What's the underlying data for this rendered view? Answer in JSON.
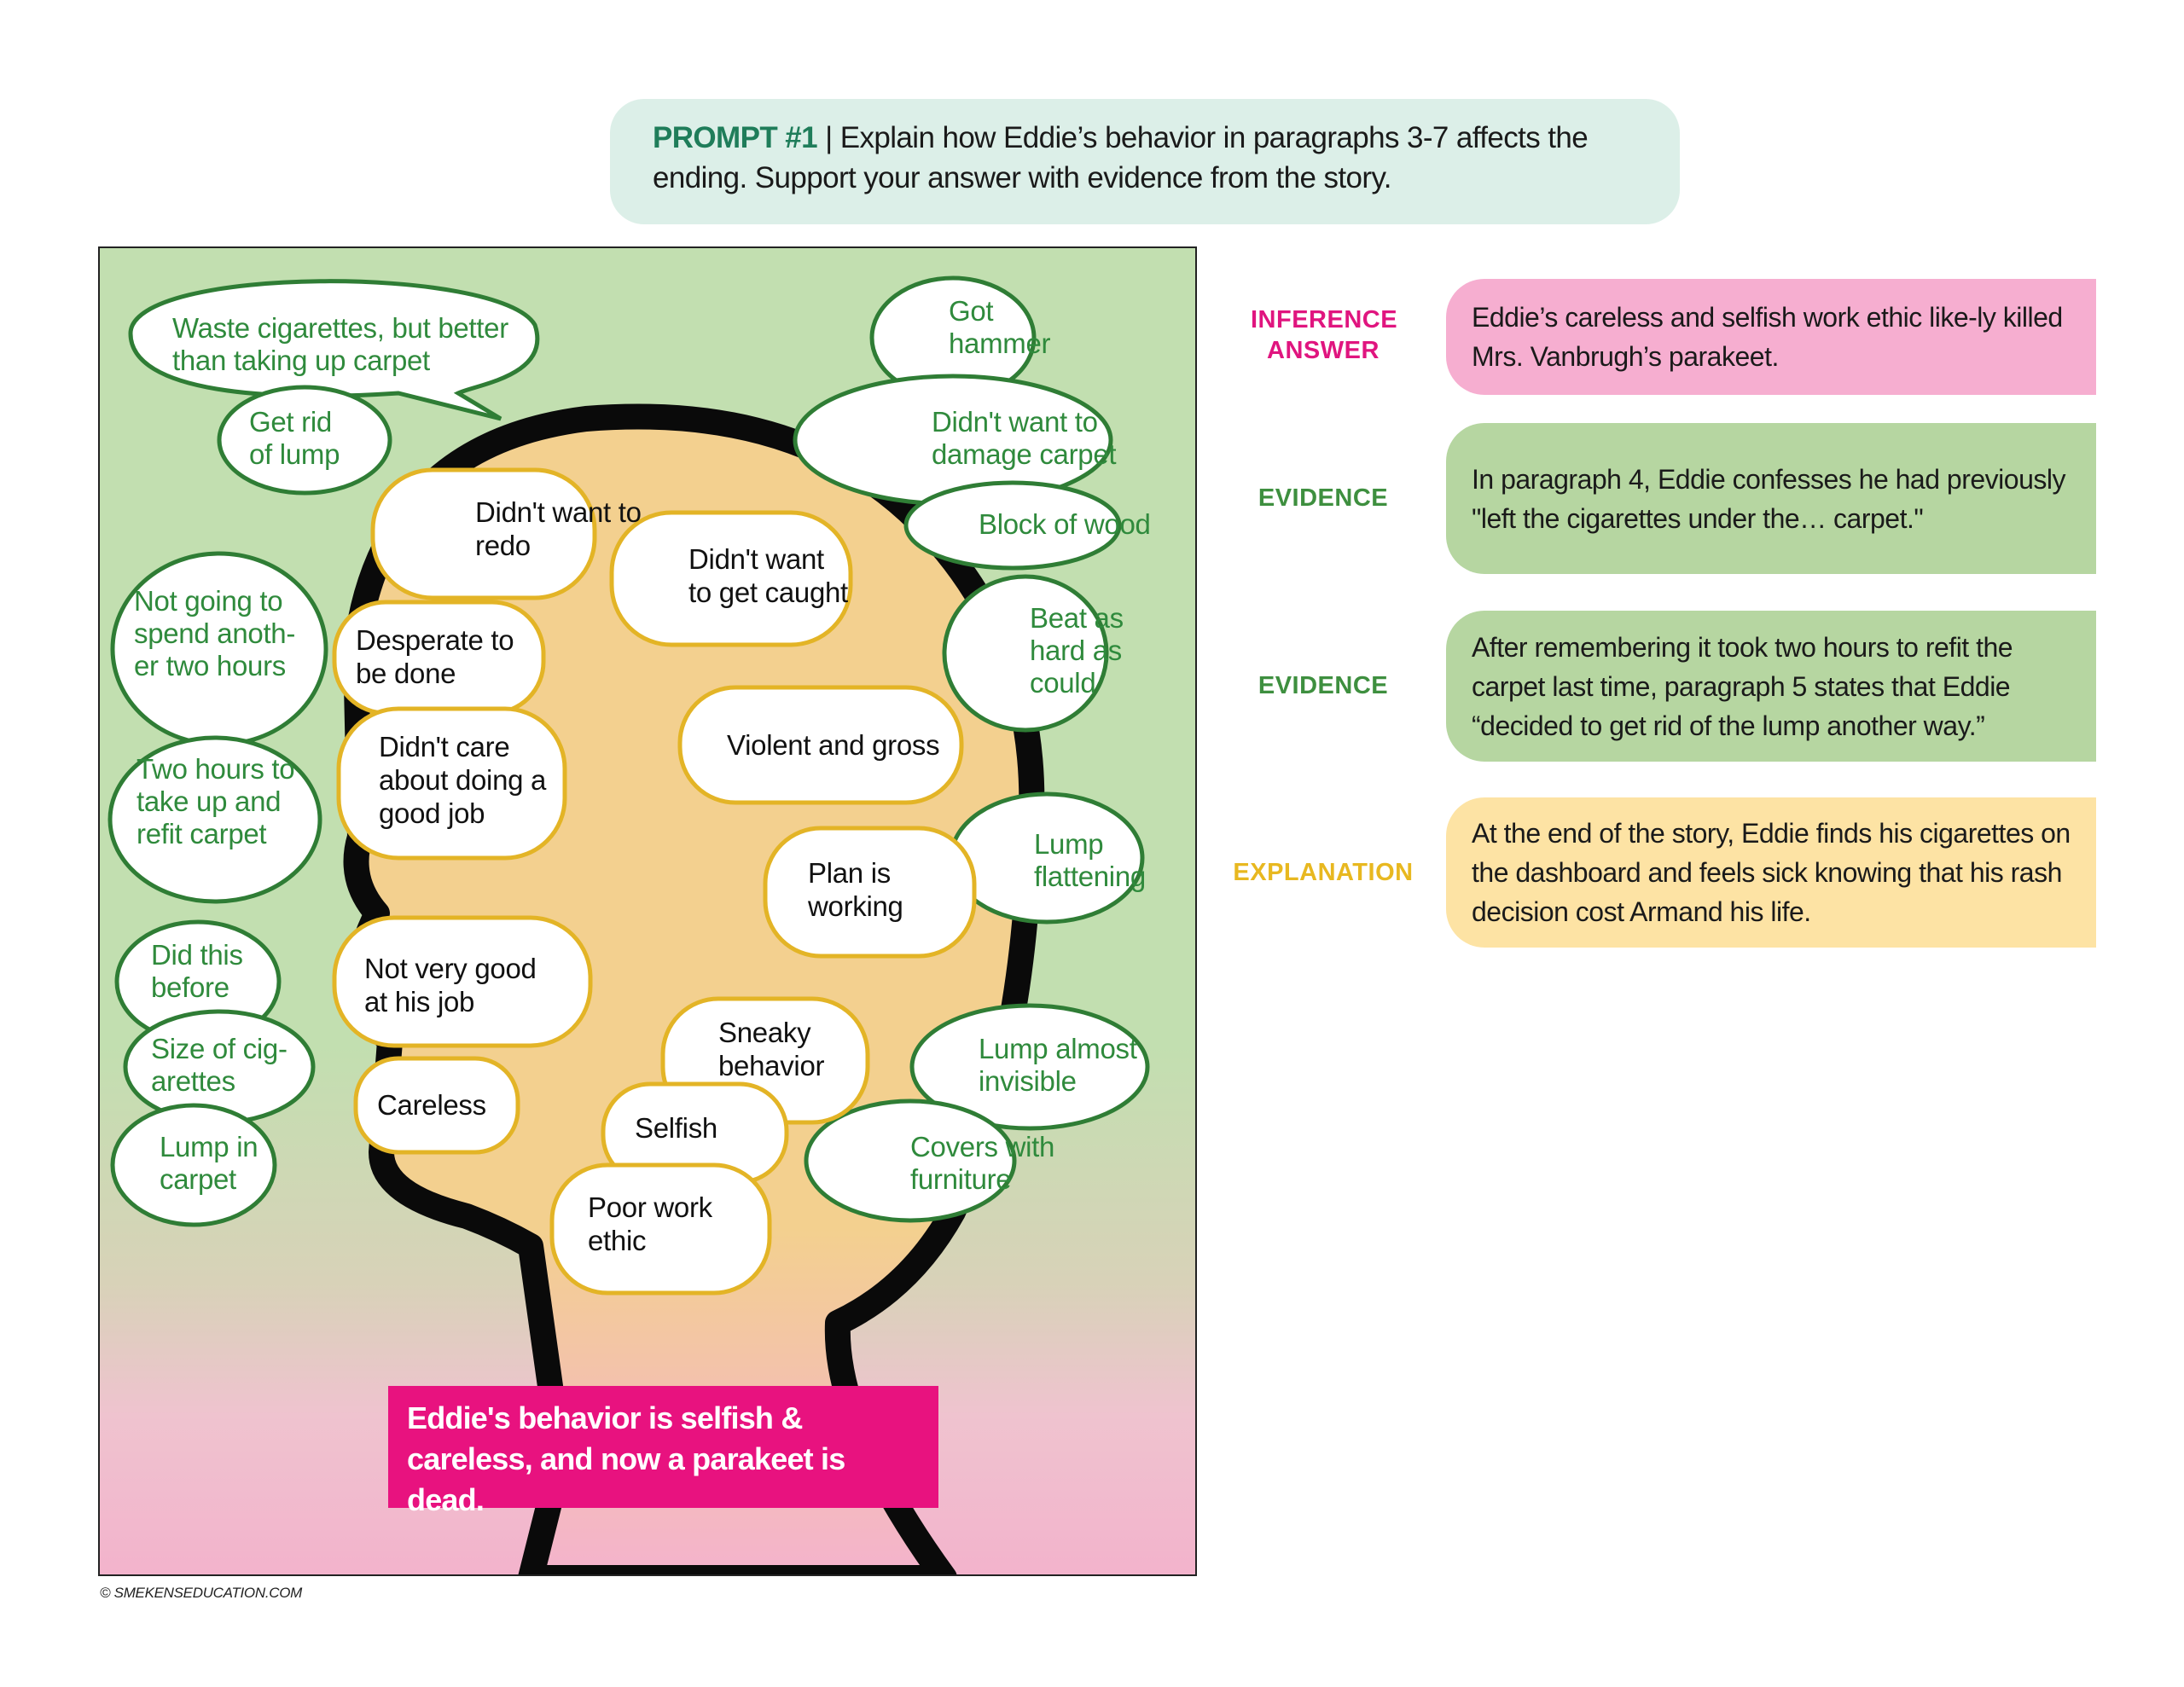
{
  "prompt": {
    "label": "PROMPT #1",
    "separator": " | ",
    "text": "Explain how Eddie’s behavior in paragraphs 3-7 affects the ending. Support your answer with evidence from the story."
  },
  "diagram": {
    "speech_bubbles": [
      {
        "text": "Waste cigarettes, but better than taking up carpet"
      },
      {
        "text": "Get rid of lump"
      },
      {
        "text": "Not going to spend anoth-er two hours"
      },
      {
        "text": "Two hours to take up and refit carpet"
      },
      {
        "text": "Did this before"
      },
      {
        "text": "Size of cig-arettes"
      },
      {
        "text": "Lump in carpet"
      },
      {
        "text": "Got hammer"
      },
      {
        "text": "Didn't want to damage carpet"
      },
      {
        "text": "Block of wood"
      },
      {
        "text": "Beat as hard as could"
      },
      {
        "text": "Lump flattening"
      },
      {
        "text": "Lump almost invisible"
      },
      {
        "text": "Covers with furniture"
      }
    ],
    "thought_clouds": [
      {
        "text": "Didn't want to redo"
      },
      {
        "text": "Didn't want to get caught"
      },
      {
        "text": "Desperate to be done"
      },
      {
        "text": "Didn't care about doing a good job"
      },
      {
        "text": "Violent and gross"
      },
      {
        "text": "Plan is working"
      },
      {
        "text": "Not very good at his job"
      },
      {
        "text": "Careless"
      },
      {
        "text": "Sneaky behavior"
      },
      {
        "text": "Selfish"
      },
      {
        "text": "Poor work ethic"
      }
    ],
    "caption": "Eddie's behavior is selfish & careless, and now a parakeet is dead."
  },
  "credit": "© SMEKENSEDUCATION.COM",
  "sections": [
    {
      "label": "INFERENCE ANSWER",
      "label_color": "#e0157f",
      "box_color": "#f6aed0",
      "text": "Eddie’s careless and selfish work ethic like-ly killed Mrs. Vanbrugh’s parakeet."
    },
    {
      "label": "EVIDENCE",
      "label_color": "#3e8f3f",
      "box_color": "#b6d6a1",
      "text": "In paragraph 4, Eddie confesses he had previously \"left the cigarettes under the… carpet.\""
    },
    {
      "label": "EVIDENCE",
      "label_color": "#3e8f3f",
      "box_color": "#b6d6a1",
      "text": "After remembering it took two hours to refit the carpet last time, paragraph 5 states that Eddie “decided to get rid of the lump another way.”"
    },
    {
      "label": "EXPLANATION",
      "label_color": "#e8b820",
      "box_color": "#fde3a4",
      "text": "At the end of the story, Eddie finds his cigarettes on the dashboard and feels sick knowing that his rash decision cost Armand his life."
    }
  ]
}
